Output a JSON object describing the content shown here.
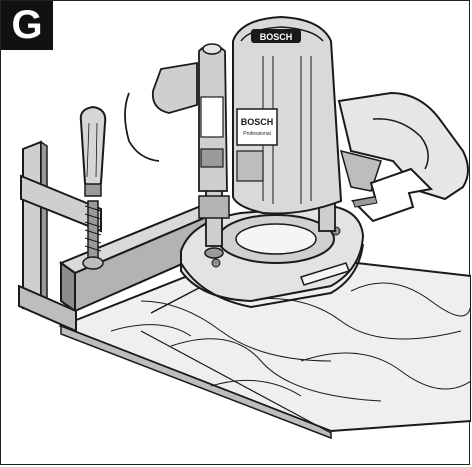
{
  "figure": {
    "label": "G",
    "brand_front": "BOSCH",
    "brand_top": "BOSCH",
    "brand_sub": "Professional"
  },
  "colors": {
    "ink": "#1a1a1a",
    "badge_bg": "#111111",
    "badge_text": "#ffffff",
    "grey_light": "#e6e6e6",
    "grey_mid": "#b3b3b3",
    "grey_dark": "#8c8c8c"
  }
}
